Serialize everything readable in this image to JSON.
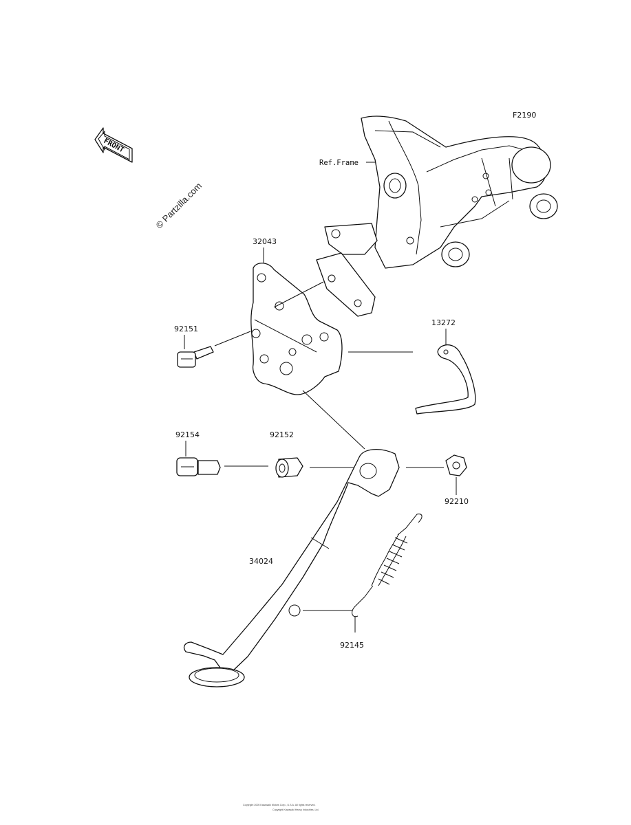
{
  "diagram_code": "F2190",
  "front_marker": "FRONT",
  "watermark": "© Partzilla.com",
  "ref_frame_label": "Ref.Frame",
  "parts": {
    "bracket": "32043",
    "bolt_upper": "92151",
    "pin_13272": "13272",
    "bolt_lower": "92154",
    "collar": "92152",
    "nut": "92210",
    "stand": "34024",
    "spring": "92145"
  },
  "footer": {
    "line1": "Copyright 2005 Kawasaki Motors Corp., U.S.A. All rights reserved.",
    "line2": "Copyright Kawasaki Heavy Industries, Ltd."
  }
}
